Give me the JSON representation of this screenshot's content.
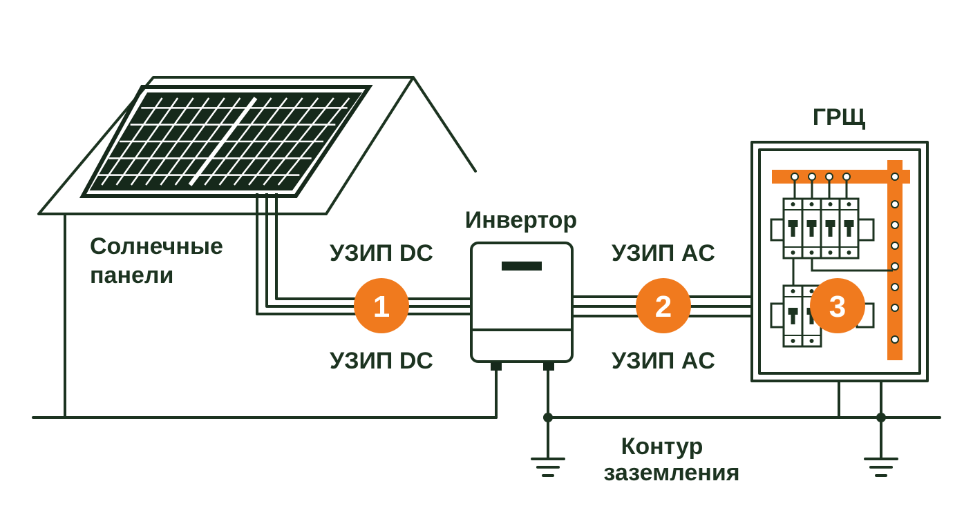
{
  "labels": {
    "solar_line1": "Солнечные",
    "solar_line2": "панели",
    "inverter": "Инвертор",
    "spd_dc_top": "УЗИП DC",
    "spd_dc_bottom": "УЗИП DC",
    "spd_ac_top": "УЗИП AC",
    "spd_ac_bottom": "УЗИП AC",
    "panel_board": "ГРЩ",
    "ground_line1": "Контур",
    "ground_line2": "заземления"
  },
  "markers": [
    "1",
    "2",
    "3"
  ],
  "colors": {
    "line": "#1c3320",
    "accent": "#f07a1e",
    "panel": "#16291b",
    "background": "#ffffff"
  }
}
